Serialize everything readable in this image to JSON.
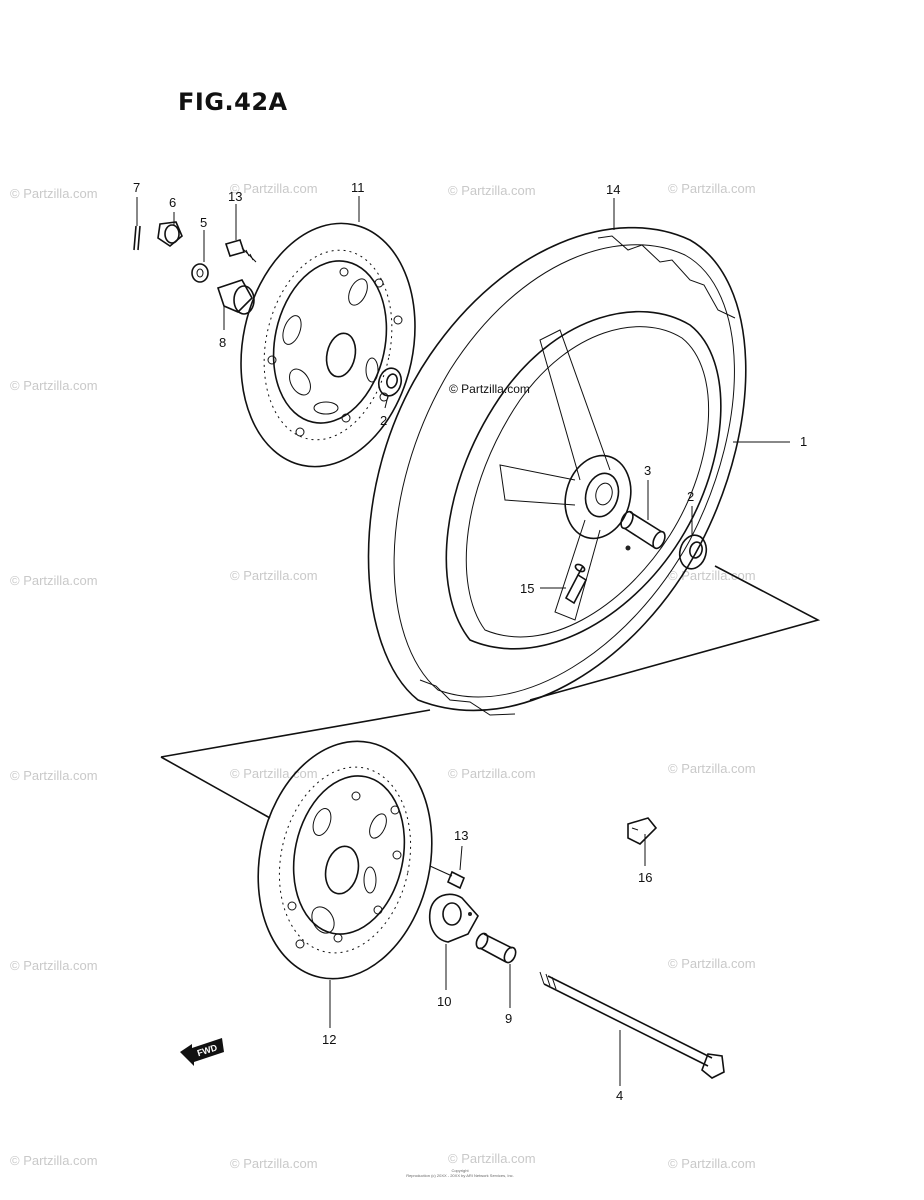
{
  "figure": {
    "title": "FIG.42A"
  },
  "watermark": {
    "text": "© Partzilla.com"
  },
  "callouts": [
    {
      "id": "p7",
      "label": "7"
    },
    {
      "id": "p6",
      "label": "6"
    },
    {
      "id": "p5",
      "label": "5"
    },
    {
      "id": "p13a",
      "label": "13"
    },
    {
      "id": "p8",
      "label": "8"
    },
    {
      "id": "p11",
      "label": "11"
    },
    {
      "id": "p2a",
      "label": "2"
    },
    {
      "id": "p14",
      "label": "14"
    },
    {
      "id": "p1",
      "label": "1"
    },
    {
      "id": "p3",
      "label": "3"
    },
    {
      "id": "p2b",
      "label": "2"
    },
    {
      "id": "p15",
      "label": "15"
    },
    {
      "id": "p13b",
      "label": "13"
    },
    {
      "id": "p16",
      "label": "16"
    },
    {
      "id": "p10",
      "label": "10"
    },
    {
      "id": "p9",
      "label": "9"
    },
    {
      "id": "p12",
      "label": "12"
    },
    {
      "id": "p4",
      "label": "4"
    }
  ],
  "fwd_arrow": {
    "label": "FWD"
  },
  "copyright": {
    "line1": "Copyright",
    "line2": "Reproduction (c) 20XX - 20XX by ARI Network Services, Inc."
  },
  "colors": {
    "ink": "#111111",
    "watermark": "#c9c9c9",
    "background": "#ffffff"
  }
}
